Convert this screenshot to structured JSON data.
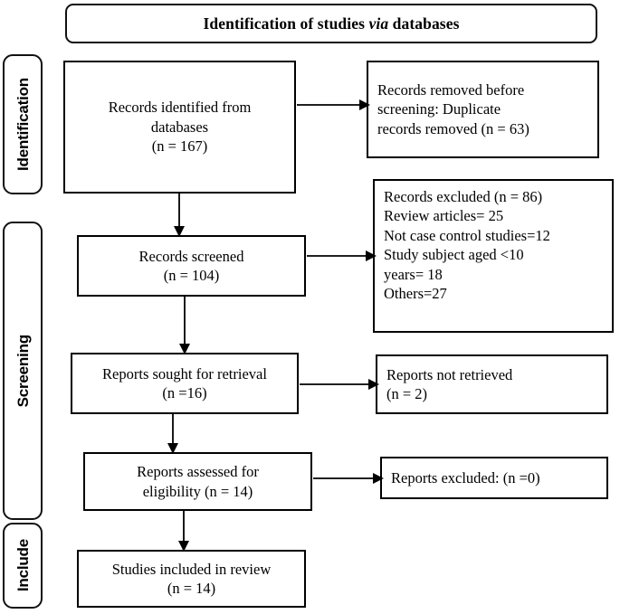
{
  "header": {
    "title_before": "Identification of studies ",
    "title_italic": "via",
    "title_after": " databases"
  },
  "stages": [
    {
      "id": "identification",
      "label": "Identification"
    },
    {
      "id": "screening",
      "label": "Screening"
    },
    {
      "id": "include",
      "label": "Include"
    }
  ],
  "boxes": {
    "identified": {
      "line1": "Records identified from",
      "line2": "databases",
      "line3": "(n = 167)"
    },
    "removed": {
      "line1": "Records removed before",
      "line2": "screening: Duplicate",
      "line3": "records removed (n = 63)"
    },
    "screened": {
      "line1": "Records screened",
      "line2": "(n = 104)"
    },
    "records_excluded": {
      "line1": "Records excluded (n = 86)",
      "line2": "Review articles= 25",
      "line3": "Not case control studies=12",
      "line4": "Study subject aged <10",
      "line5": "years= 18",
      "line6": "Others=27"
    },
    "sought": {
      "line1": "Reports sought for retrieval",
      "line2": "(n =16)"
    },
    "not_retrieved": {
      "line1": "Reports not retrieved",
      "line2": "(n = 2)"
    },
    "assessed": {
      "line1": "Reports assessed for",
      "line2": "eligibility (n = 14)"
    },
    "reports_excluded": {
      "line1": "Reports excluded: (n =0)"
    },
    "included": {
      "line1": "Studies included in review",
      "line2": "(n = 14)"
    }
  },
  "flow": {
    "counts": {
      "records_identified": 167,
      "duplicates_removed": 63,
      "records_screened": 104,
      "records_excluded_total": 86,
      "excluded_review_articles": 25,
      "excluded_not_case_control": 12,
      "excluded_age_under_10": 18,
      "excluded_others": 27,
      "reports_sought": 16,
      "reports_not_retrieved": 2,
      "reports_assessed": 14,
      "reports_excluded": 0,
      "studies_included": 14
    }
  },
  "colors": {
    "border": "#000000",
    "text": "#000000",
    "background": "#ffffff"
  }
}
